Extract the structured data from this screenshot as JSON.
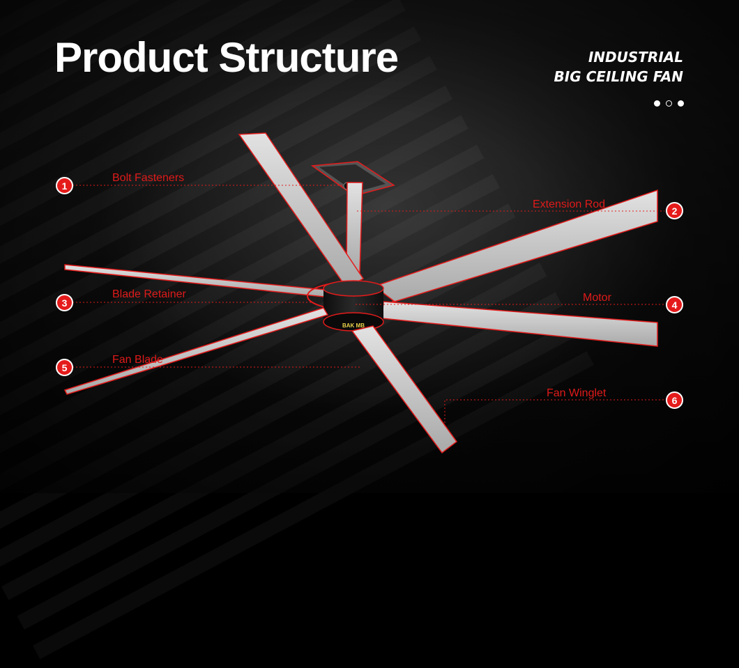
{
  "header": {
    "title": "Product Structure",
    "subtitle_line1": "INDUSTRIAL",
    "subtitle_line2": "BIG CEILING FAN"
  },
  "pager": {
    "count": 3,
    "active_index": 1
  },
  "callouts": [
    {
      "number": "1",
      "label": "Bolt Fasteners"
    },
    {
      "number": "2",
      "label": "Extension Rod"
    },
    {
      "number": "3",
      "label": "Blade Retainer"
    },
    {
      "number": "4",
      "label": "Motor"
    },
    {
      "number": "5",
      "label": "Fan Blade"
    },
    {
      "number": "6",
      "label": "Fan Winglet"
    }
  ],
  "motor_text": "BAK MB",
  "colors": {
    "accent": "#e51b1b",
    "blade": "#c9c9c9",
    "motor": "#1a1a1a",
    "background": "#000000"
  }
}
